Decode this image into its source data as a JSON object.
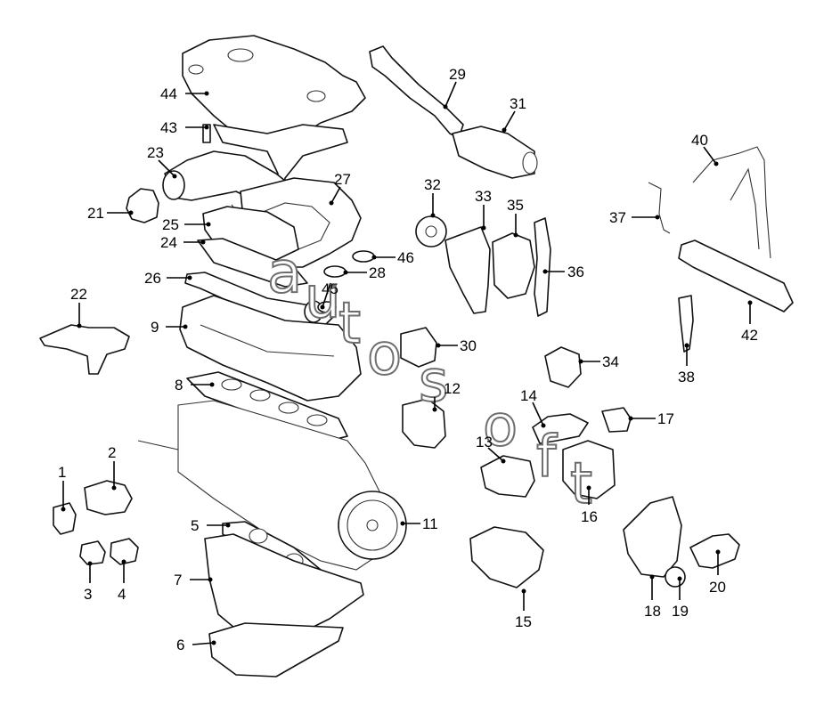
{
  "watermark": [
    "a",
    "u",
    "t",
    "o",
    "s",
    "o",
    "f",
    "t"
  ],
  "labels": [
    "1",
    "2",
    "3",
    "4",
    "5",
    "6",
    "7",
    "8",
    "9",
    "11",
    "12",
    "13",
    "14",
    "15",
    "16",
    "17",
    "18",
    "19",
    "20",
    "21",
    "22",
    "23",
    "24",
    "25",
    "26",
    "27",
    "28",
    "29",
    "30",
    "31",
    "32",
    "33",
    "34",
    "35",
    "36",
    "37",
    "38",
    "40",
    "42",
    "43",
    "44",
    "45",
    "46"
  ],
  "colors": {
    "line": "#111111",
    "background": "#ffffff",
    "watermark_outline": "#6e6e6e"
  }
}
